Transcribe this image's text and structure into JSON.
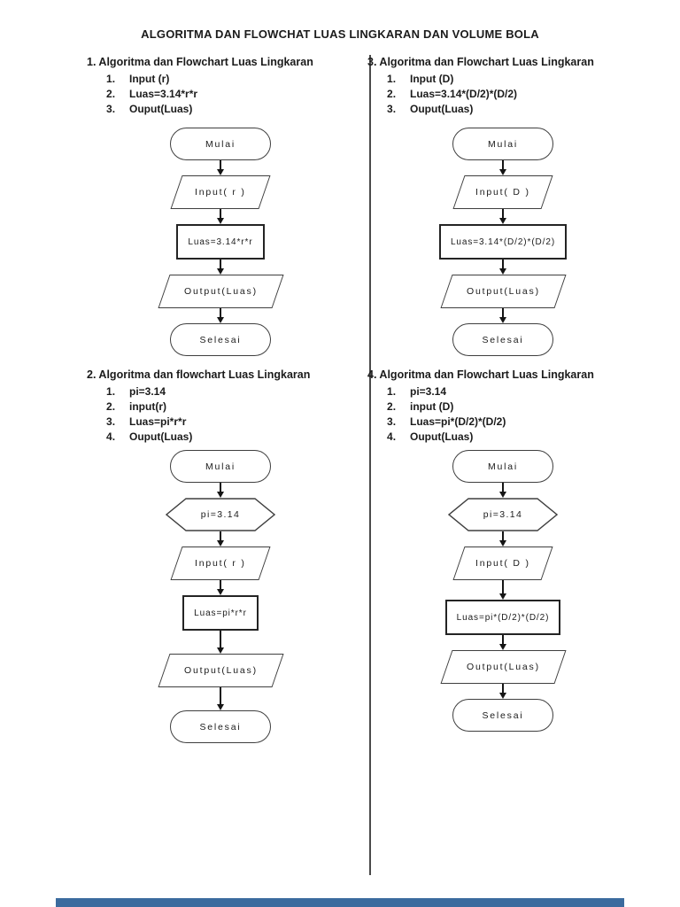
{
  "title": "ALGORITMA DAN FLOWCHAT LUAS LINGKARAN DAN VOLUME BOLA",
  "colors": {
    "footer_bar": "#3b6b9e",
    "shape_border": "#3f3f3f",
    "divider": "#4a4a4a"
  },
  "sections": [
    {
      "heading": "1. Algoritma dan Flowchart Luas Lingkaran",
      "steps": [
        "Input (r)",
        "Luas=3.14*r*r",
        "Ouput(Luas)"
      ],
      "flow": {
        "start": "Mulai",
        "input": "Input( r )",
        "process": "Luas=3.14*r*r",
        "output": "Output(Luas)",
        "end": "Selesai"
      }
    },
    {
      "heading": "2. Algoritma dan flowchart Luas Lingkaran",
      "steps": [
        "pi=3.14",
        "input(r)",
        "Luas=pi*r*r",
        "Ouput(Luas)"
      ],
      "flow": {
        "start": "Mulai",
        "prep": "pi=3.14",
        "input": "Input( r )",
        "process": "Luas=pi*r*r",
        "output": "Output(Luas)",
        "end": "Selesai"
      }
    },
    {
      "heading": "3. Algoritma dan Flowchart Luas Lingkaran",
      "steps": [
        "Input (D)",
        "Luas=3.14*(D/2)*(D/2)",
        "Ouput(Luas)"
      ],
      "flow": {
        "start": "Mulai",
        "input": "Input( D )",
        "process": "Luas=3.14*(D/2)*(D/2)",
        "output": "Output(Luas)",
        "end": "Selesai"
      }
    },
    {
      "heading": "4. Algoritma dan Flowchart Luas Lingkaran",
      "steps": [
        "pi=3.14",
        "input (D)",
        "Luas=pi*(D/2)*(D/2)",
        "Ouput(Luas)"
      ],
      "flow": {
        "start": "Mulai",
        "prep": "pi=3.14",
        "input": "Input( D )",
        "process": "Luas=pi*(D/2)*(D/2)",
        "output": "Output(Luas)",
        "end": "Selesai"
      }
    }
  ]
}
